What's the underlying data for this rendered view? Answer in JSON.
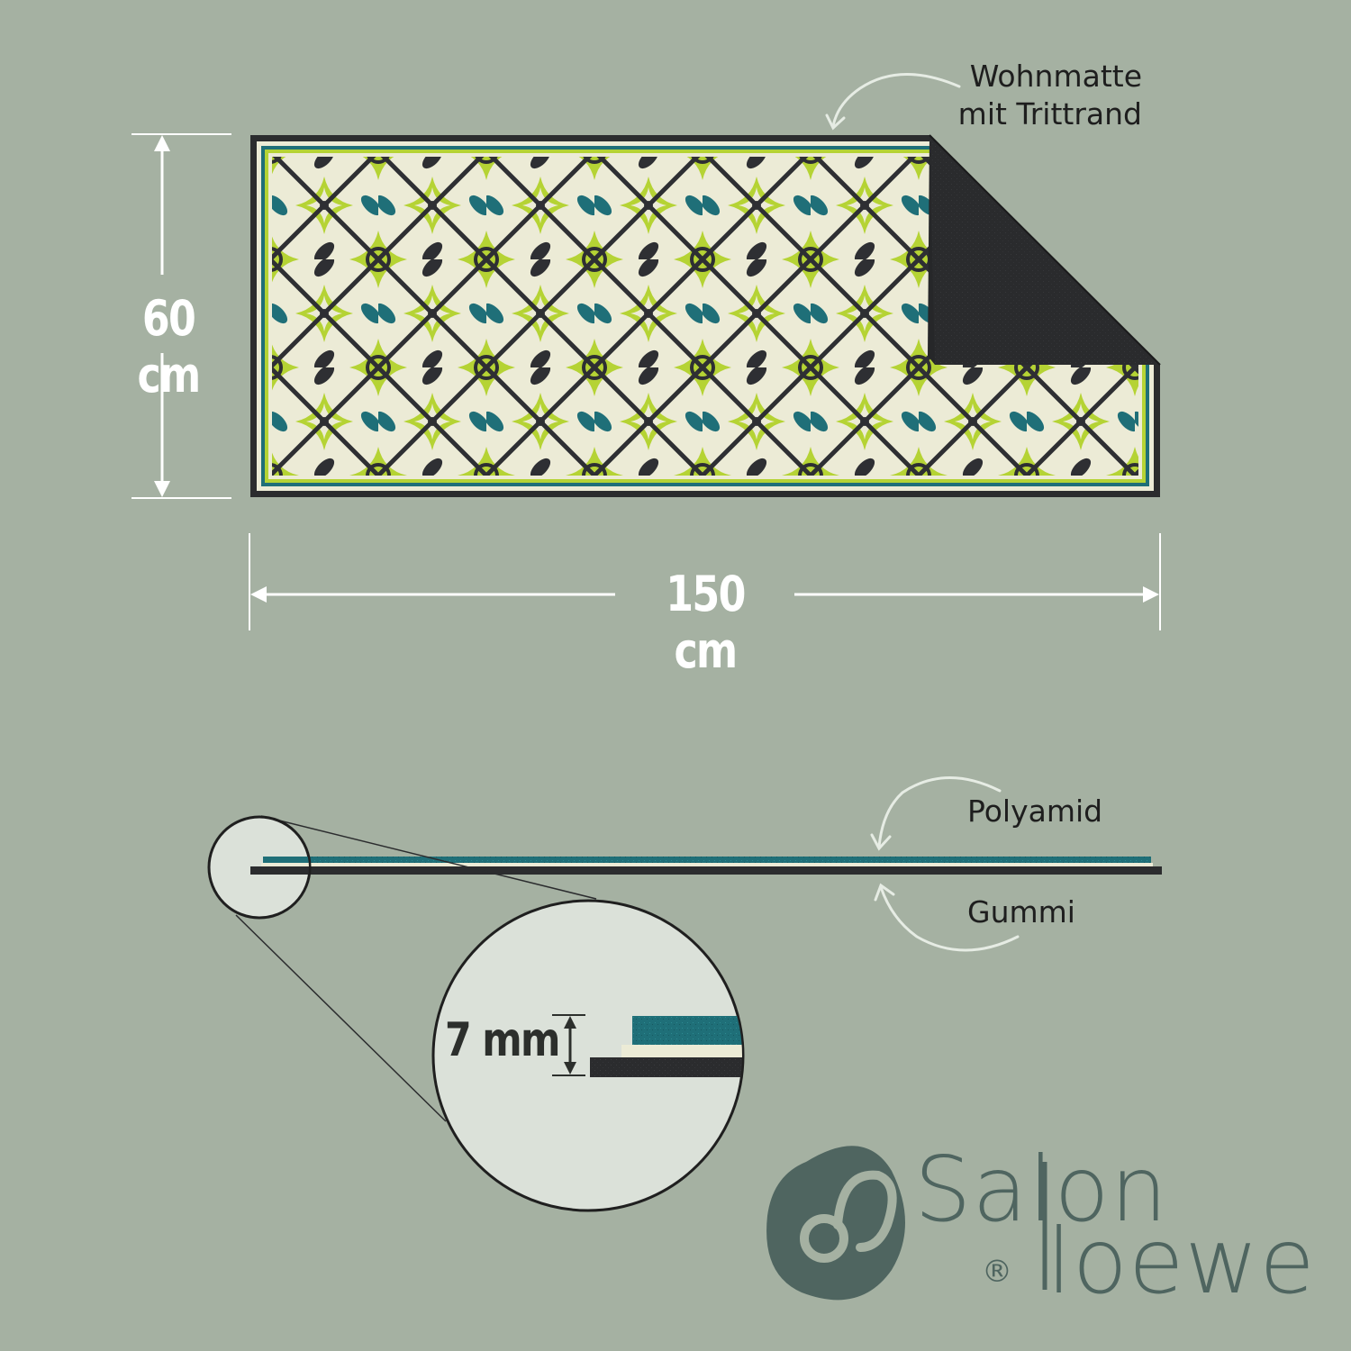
{
  "dimensions": {
    "height_label": "60 cm",
    "width_label": "150 cm",
    "thickness_label": "7 mm"
  },
  "callouts": {
    "mat_line1": "Wohnmatte",
    "mat_line2": "mit Trittrand",
    "top_layer": "Polyamid",
    "bottom_layer": "Gummi"
  },
  "logo": {
    "line1": "Salon",
    "line2": "loewe",
    "registered": "®"
  },
  "colors": {
    "background": "#a5b1a2",
    "lime": "#b5d334",
    "teal": "#1f6f78",
    "charcoal": "#2e2f33",
    "cream": "#ecebd6",
    "logo": "#4f6560"
  }
}
